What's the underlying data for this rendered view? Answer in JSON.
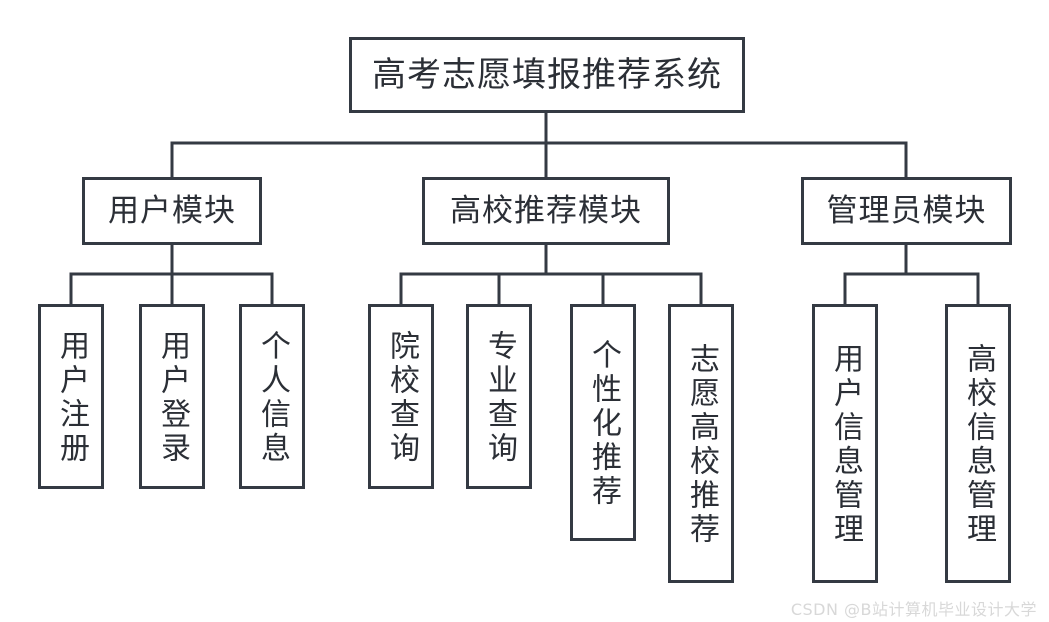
{
  "diagram": {
    "type": "tree-hierarchy",
    "title": "高考志愿填报推荐系统",
    "root": {
      "label": "高考志愿填报推荐系统"
    },
    "branches": [
      {
        "label": "用户模块",
        "children": [
          {
            "label": "用户注册"
          },
          {
            "label": "用户登录"
          },
          {
            "label": "个人信息"
          }
        ]
      },
      {
        "label": "高校推荐模块",
        "children": [
          {
            "label": "院校查询"
          },
          {
            "label": "专业查询"
          },
          {
            "label": "个性化推荐"
          },
          {
            "label": "志愿高校推荐"
          }
        ]
      },
      {
        "label": "管理员模块",
        "children": [
          {
            "label": "用户信息管理"
          },
          {
            "label": "高校信息管理"
          }
        ]
      }
    ]
  },
  "watermark": {
    "text": "CSDN @B站计算机毕业设计大学"
  },
  "colors": {
    "border": "#343a43",
    "text": "#2b2f36",
    "background": "#ffffff",
    "watermark": "#d8d8d8"
  }
}
